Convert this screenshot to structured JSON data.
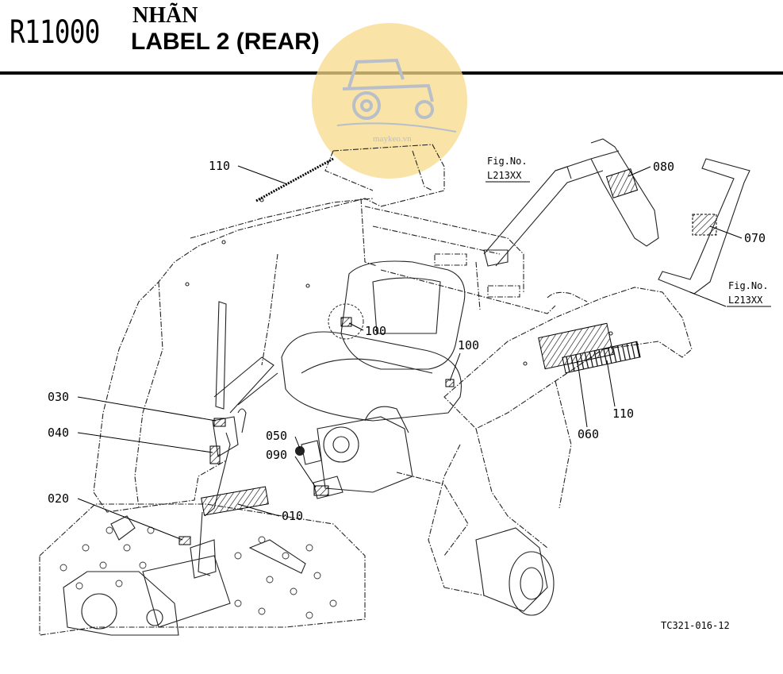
{
  "header": {
    "code": "R11000",
    "title_vn": "NHÃN",
    "title_en": "LABEL 2 (REAR)"
  },
  "watermark": {
    "text": "maykeo.vn",
    "color": "#f7d98a"
  },
  "figure_refs": [
    {
      "line1": "Fig.No.",
      "line2": "L213XX"
    },
    {
      "line1": "Fig.No.",
      "line2": "L213XX"
    }
  ],
  "callouts": [
    "110",
    "080",
    "070",
    "100",
    "100",
    "110",
    "060",
    "030",
    "050",
    "040",
    "090",
    "020",
    "010"
  ],
  "drawing_code": "TC321-016-12"
}
